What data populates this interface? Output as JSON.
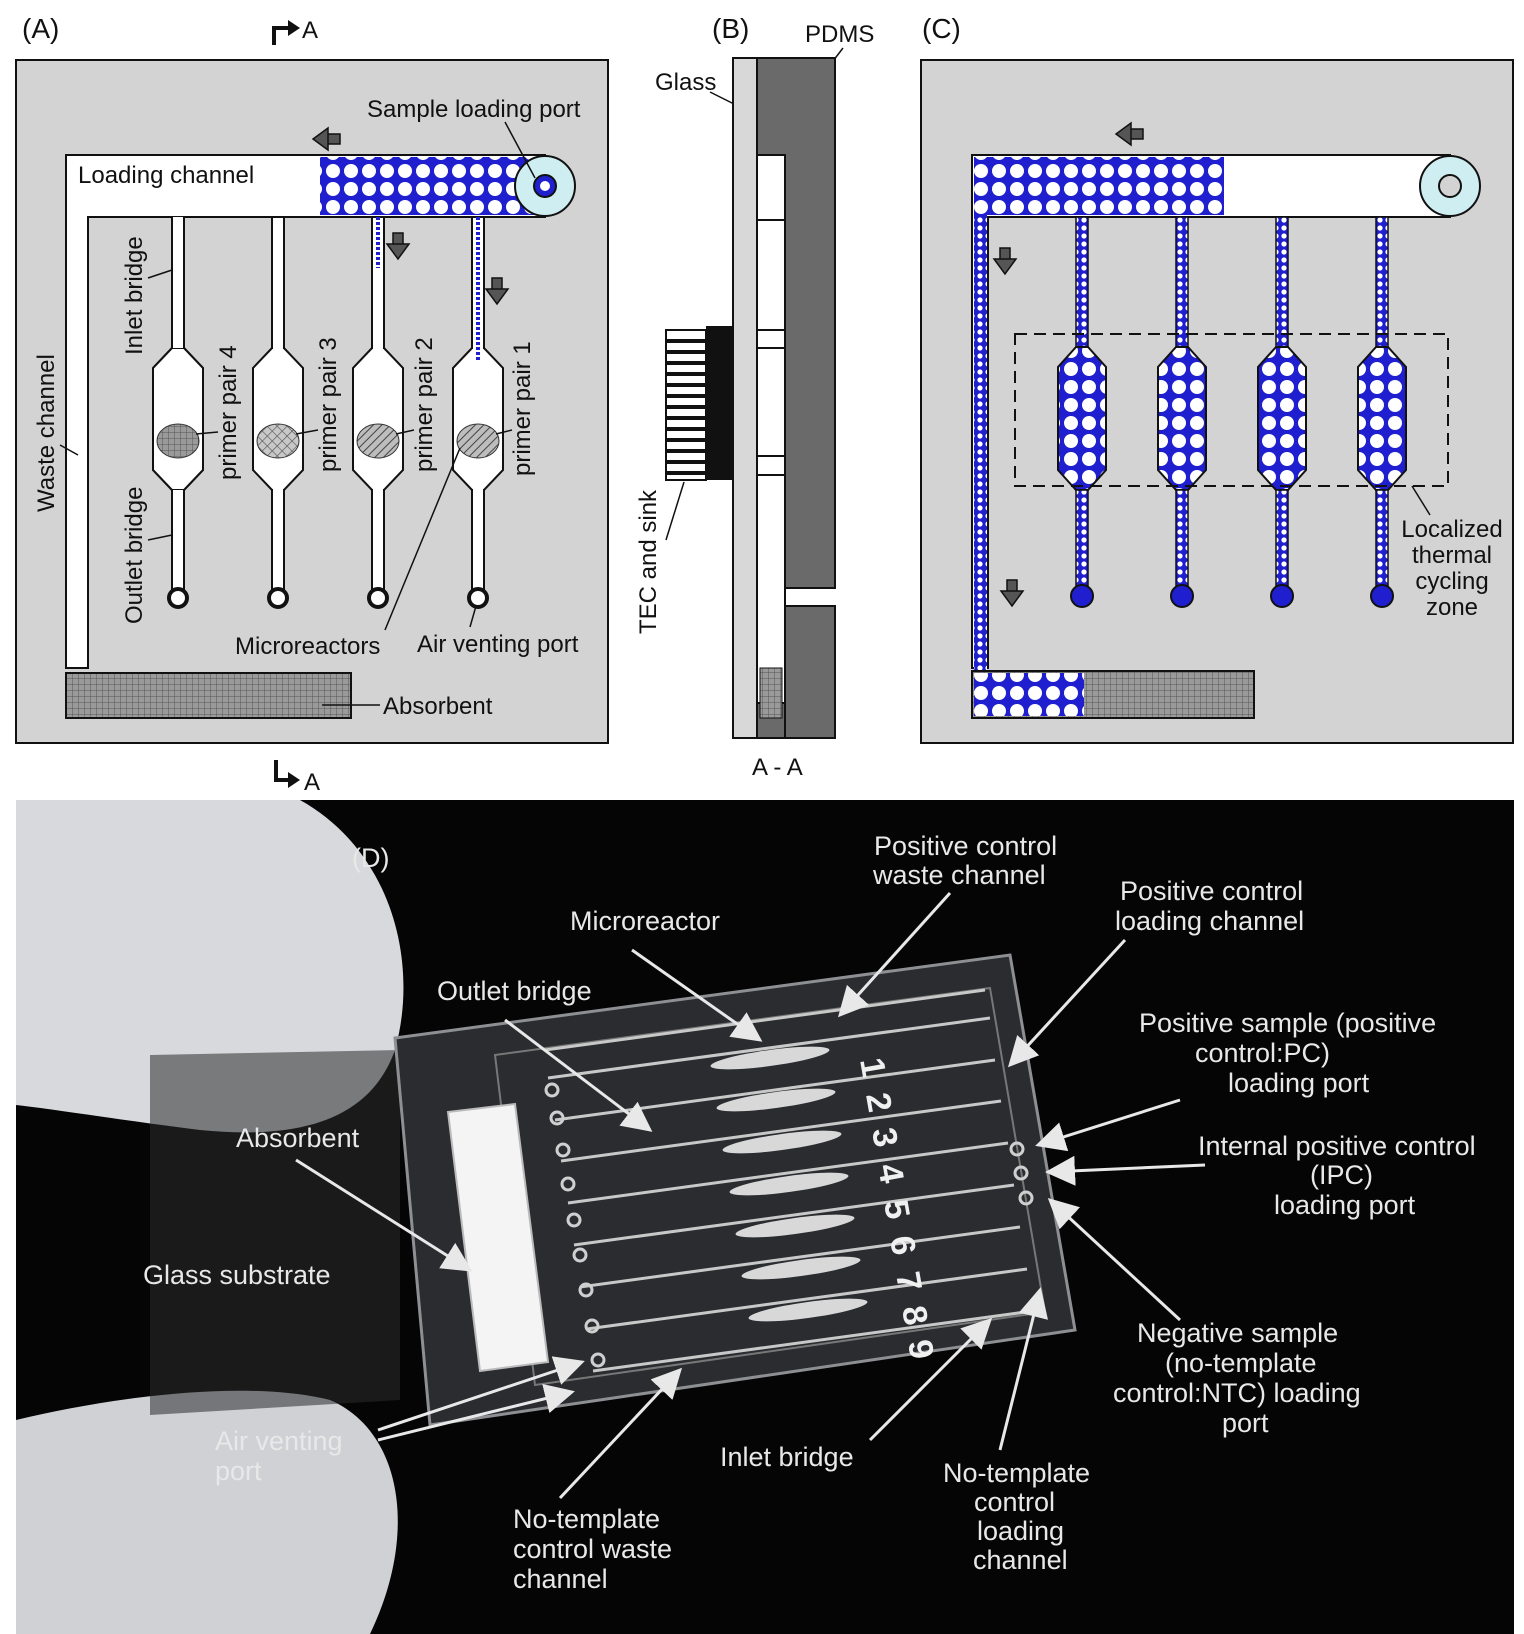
{
  "panels": {
    "a": "(A)",
    "b": "(B)",
    "c": "(C)",
    "d": "(D)"
  },
  "section_marker": "A",
  "panel_a": {
    "sample_loading_port": "Sample loading port",
    "loading_channel": "Loading channel",
    "inlet_bridge": "Inlet bridge",
    "waste_channel": "Waste channel",
    "outlet_bridge": "Outlet bridge",
    "primer_pairs": [
      "primer pair 4",
      "primer pair 3",
      "primer pair 2",
      "primer pair 1"
    ],
    "microreactors": "Microreactors",
    "air_venting_port": "Air venting port",
    "absorbent": "Absorbent"
  },
  "panel_b": {
    "pdms": "PDMS",
    "glass": "Glass",
    "tec_and_sink": "TEC and sink",
    "section_label": "A - A"
  },
  "panel_c": {
    "zone_line1": "Localized",
    "zone_line2": "thermal",
    "zone_line3": "cycling",
    "zone_line4": "zone"
  },
  "panel_d": {
    "positive_control_waste_line1": "Positive control",
    "positive_control_waste_line2": "waste channel",
    "positive_control_loading_line1": "Positive control",
    "positive_control_loading_line2": "loading channel",
    "microreactor": "Microreactor",
    "outlet_bridge": "Outlet bridge",
    "positive_sample_line1": "Positive sample (positive",
    "positive_sample_line2": "control:PC)",
    "positive_sample_line3": "loading port",
    "absorbent": "Absorbent",
    "ipc_line1": "Internal positive control",
    "ipc_line2": "(IPC)",
    "ipc_line3": "loading port",
    "glass_substrate": "Glass substrate",
    "negative_line1": "Negative sample",
    "negative_line2": "(no-template",
    "negative_line3": "control:NTC) loading",
    "negative_line4": "port",
    "air_venting_line1": "Air venting",
    "air_venting_line2": "port",
    "inlet_bridge": "Inlet bridge",
    "ntc_waste_line1": "No-template",
    "ntc_waste_line2": "control waste",
    "ntc_waste_line3": "channel",
    "ntc_loading_line1": "No-template",
    "ntc_loading_line2": "control",
    "ntc_loading_line3": "loading",
    "ntc_loading_line4": "channel",
    "chamber_numbers": [
      "1",
      "2",
      "3",
      "4",
      "5",
      "6",
      "7",
      "8",
      "9"
    ]
  },
  "colors": {
    "chip_gray": "#d3d3d3",
    "fluid_blue": "#1f1fd0",
    "port_cyan": "#cfeef2",
    "photo_bg": "#050505"
  }
}
